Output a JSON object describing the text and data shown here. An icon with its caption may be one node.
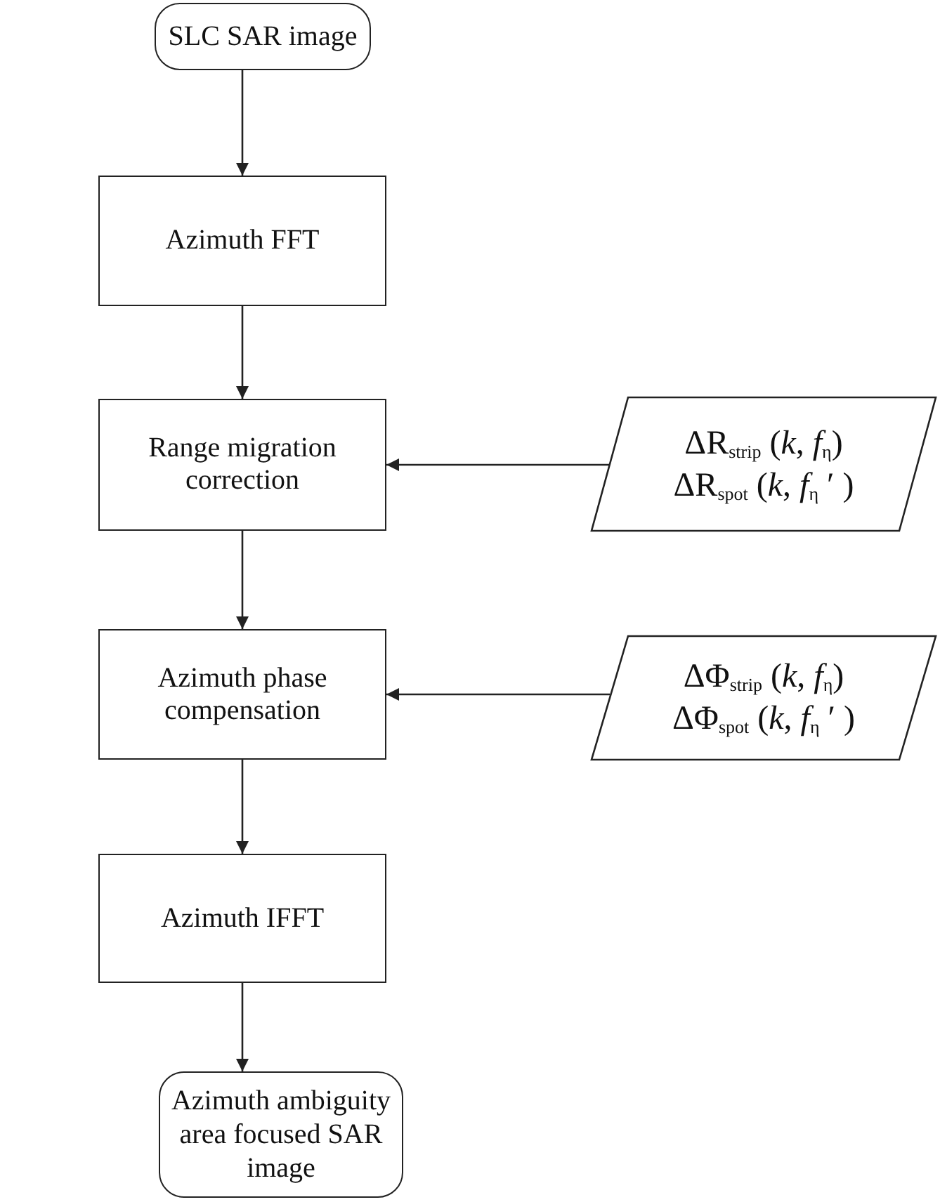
{
  "diagram": {
    "nodes": [
      {
        "text": [
          "SLC SAR image"
        ]
      },
      {
        "text": [
          "Azimuth FFT"
        ]
      },
      {
        "text": [
          "Range migration correction"
        ]
      },
      {
        "text": [
          "ΔR$_{strip}$ (*k*, *f*$_{η}$)",
          "ΔR$_{spot}$ (*k*, *f*$_{η}$ ′ )"
        ]
      },
      {
        "text": [
          "Azimuth phase compensation"
        ]
      },
      {
        "text": [
          "ΔΦ$_{strip}$ (*k*, *f*$_{η}$)",
          "ΔΦ$_{spot}$ (*k*, *f*$_{η}$ ′ )"
        ]
      },
      {
        "text": [
          "Azimuth IFFT"
        ]
      },
      {
        "text": [
          "Azimuth ambiguity area focused SAR image"
        ]
      }
    ],
    "edges": [
      {
        "from": 0,
        "to": 1,
        "arrow": "to"
      },
      {
        "from": 1,
        "to": 2,
        "arrow": "to"
      },
      {
        "from": 3,
        "to": 2,
        "arrow": "to"
      },
      {
        "from": 2,
        "to": 4,
        "arrow": "to"
      },
      {
        "from": 5,
        "to": 4,
        "arrow": "to"
      },
      {
        "from": 4,
        "to": 6,
        "arrow": "to"
      },
      {
        "from": 6,
        "to": 7,
        "arrow": "to"
      }
    ]
  }
}
